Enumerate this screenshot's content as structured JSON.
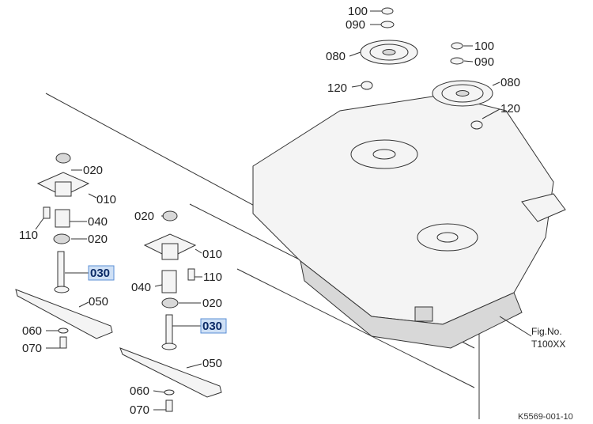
{
  "labels": {
    "p100a": "100",
    "p090a": "090",
    "p080a": "080",
    "p120a": "120",
    "p100b": "100",
    "p090b": "090",
    "p080b": "080",
    "p120b": "120",
    "l020a": "020",
    "l010a": "010",
    "l040a": "040",
    "l110a": "110",
    "l020b": "020",
    "l030a": "030",
    "l050a": "050",
    "l060a": "060",
    "l070a": "070",
    "r020a": "020",
    "r010a": "010",
    "r040a": "040",
    "r110a": "110",
    "r020b": "020",
    "r030a": "030",
    "r050a": "050",
    "r060a": "060",
    "r070a": "070"
  },
  "fig": {
    "line1": "Fig.No.",
    "line2": "T100XX"
  },
  "code": "K5569-001-10",
  "colors": {
    "highlight_fill": "#cfe0f5",
    "highlight_stroke": "#5b8fd6"
  }
}
